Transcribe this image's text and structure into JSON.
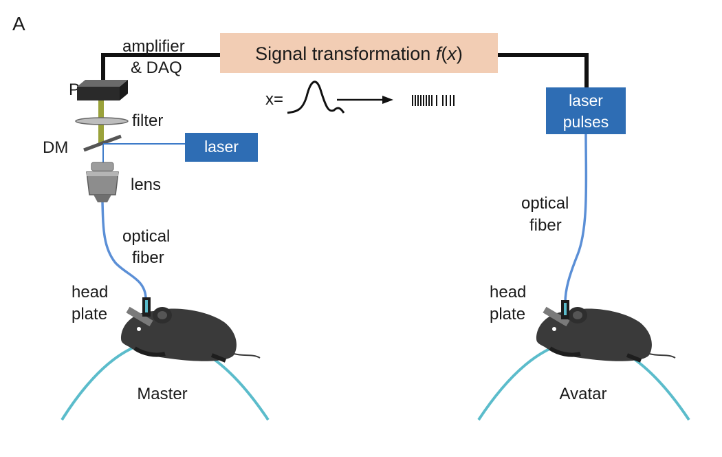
{
  "panel_label": "A",
  "labels": {
    "amplifier": "amplifier",
    "daq": "& DAQ",
    "pmt": "PMT",
    "filter": "filter",
    "dm": "DM",
    "laser": "laser",
    "lens": "lens",
    "optical_left_1": "optical",
    "optical_left_2": "fiber",
    "headplate_left_1": "head",
    "headplate_left_2": "plate",
    "master": "Master",
    "x_equals": "x=",
    "laser_pulses_1": "laser",
    "laser_pulses_2": "pulses",
    "optical_right_1": "optical",
    "optical_right_2": "fiber",
    "headplate_right_1": "head",
    "headplate_right_2": "plate",
    "avatar": "Avatar"
  },
  "signal_box": {
    "prefix": "Signal transformation ",
    "func": "f",
    "open": "(",
    "var": "x",
    "close": ")"
  },
  "colors": {
    "signal_box": "#f2cdb4",
    "laser_box": "#2e6db4",
    "fiber": "#5b8fd6",
    "wheel": "#5bbccb",
    "mouse": "#3a3a3a",
    "filter_beam": "#9aa23a"
  }
}
